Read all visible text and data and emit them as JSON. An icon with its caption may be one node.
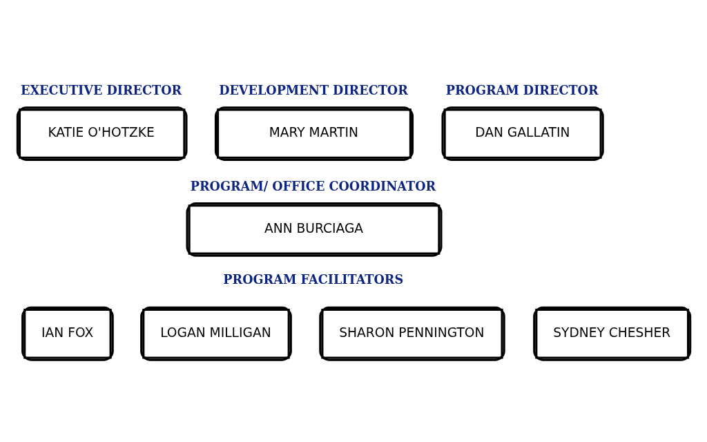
{
  "diagram": {
    "nodes": [
      {
        "text": [
          "EXECUTIVE DIRECTOR",
          "KATIE O'HOTZKE"
        ]
      },
      {
        "text": [
          "DEVELOPMENT DIRECTOR",
          "MARY MARTIN"
        ]
      },
      {
        "text": [
          "PROGRAM DIRECTOR",
          "DAN GALLATIN"
        ]
      },
      {
        "text": [
          "PROGRAM/ OFFICE COORDINATOR",
          "ANN BURCIAGA"
        ]
      },
      {
        "text": [
          "IAN FOX"
        ]
      },
      {
        "text": [
          "LOGAN MILLIGAN"
        ]
      },
      {
        "text": [
          "SHARON PENNINGTON"
        ]
      },
      {
        "text": [
          "SYDNEY CHESHER"
        ]
      }
    ],
    "edges": [],
    "labels": [
      "PROGRAM FACILITATORS"
    ]
  }
}
